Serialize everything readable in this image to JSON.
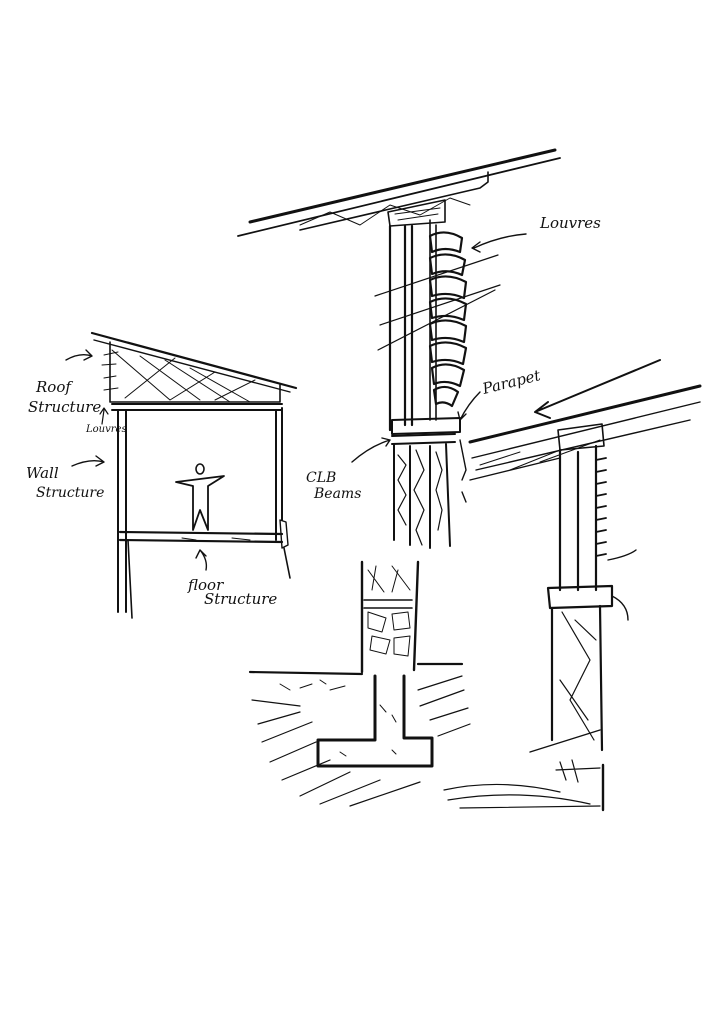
{
  "labels": {
    "roof_structure_1": "Roof",
    "roof_structure_2": "Structure",
    "louvres_small": "Louvres",
    "wall_structure_1": "Wall",
    "wall_structure_2": "Structure",
    "floor_structure_1": "floor",
    "floor_structure_2": "Structure",
    "louvres": "Louvres",
    "parapet": "Parapet",
    "clt_beams_1": "CLB",
    "clt_beams_2": "Beams"
  }
}
